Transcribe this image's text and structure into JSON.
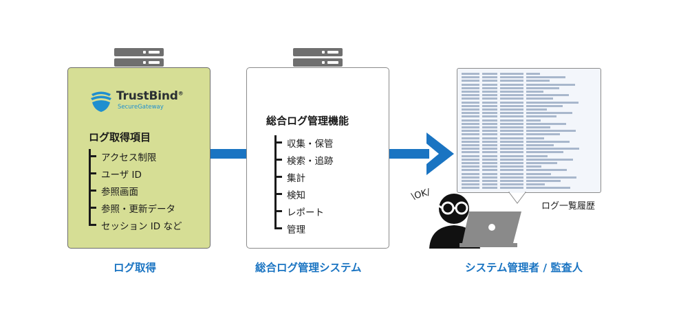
{
  "left_panel": {
    "brand": {
      "name": "TrustBind",
      "reg": "®",
      "sub": "SecureGateway"
    },
    "title": "ログ取得項目",
    "items": [
      "アクセス制限",
      "ユーザ ID",
      "参照画面",
      "参照・更新データ",
      "セッション ID など"
    ],
    "caption": "ログ取得"
  },
  "mid_panel": {
    "title": "総合ログ管理機能",
    "items": [
      "収集・保管",
      "検索・追跡",
      "集計",
      "検知",
      "レポート",
      "管理"
    ],
    "caption": "総合ログ管理システム"
  },
  "right_panel": {
    "log_label": "ログ一覧履歴",
    "ok": "\\OK/",
    "caption": "システム管理者 / 監査人"
  },
  "colors": {
    "accent": "#1a74c2",
    "left_panel_bg": "#d6de95",
    "server": "#6f6f6f",
    "person": "#111111",
    "laptop": "#888888"
  }
}
